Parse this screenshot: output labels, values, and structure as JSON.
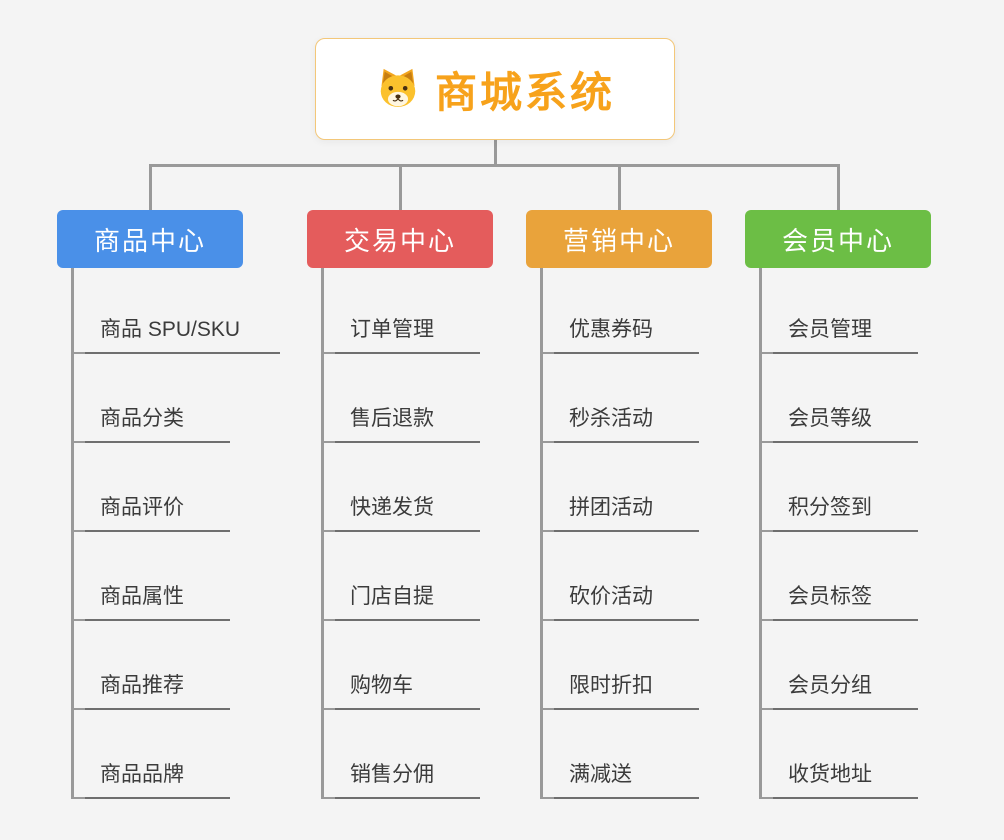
{
  "canvas": {
    "background": "#f4f4f4",
    "line_color": "#999999",
    "underline_color": "#6e6e6e"
  },
  "root": {
    "label": "商城系统",
    "icon": "dog-face-icon",
    "title_color": "#f7a21b",
    "border_color": "#f3c779"
  },
  "branches": [
    {
      "label": "商品中心",
      "color": "#4a90e8",
      "children": [
        "商品 SPU/SKU",
        "商品分类",
        "商品评价",
        "商品属性",
        "商品推荐",
        "商品品牌"
      ]
    },
    {
      "label": "交易中心",
      "color": "#e45c5c",
      "children": [
        "订单管理",
        "售后退款",
        "快递发货",
        "门店自提",
        "购物车",
        "销售分佣"
      ]
    },
    {
      "label": "营销中心",
      "color": "#e9a33b",
      "children": [
        "优惠券码",
        "秒杀活动",
        "拼团活动",
        "砍价活动",
        "限时折扣",
        "满减送"
      ]
    },
    {
      "label": "会员中心",
      "color": "#6cbe45",
      "children": [
        "会员管理",
        "会员等级",
        "积分签到",
        "会员标签",
        "会员分组",
        "收货地址"
      ]
    }
  ]
}
